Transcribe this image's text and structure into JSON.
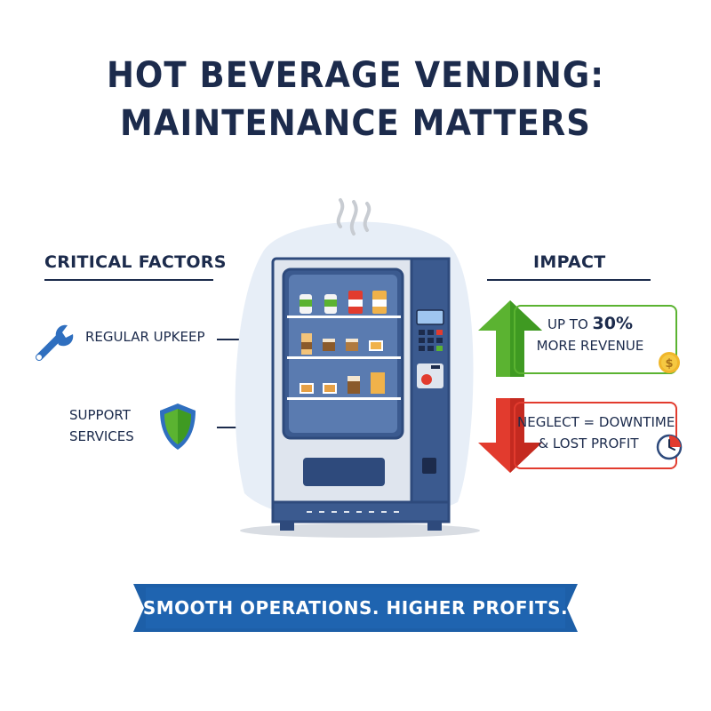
{
  "title": {
    "line1": "HOT BEVERAGE VENDING:",
    "line2": "MAINTENANCE MATTERS"
  },
  "critical_factors": {
    "heading": "CRITICAL FACTORS",
    "items": [
      {
        "label": "REGULAR UPKEEP",
        "icon": "wrench-icon"
      },
      {
        "label_line1": "SUPPORT",
        "label_line2": "SERVICES",
        "icon": "shield-icon"
      }
    ]
  },
  "impact": {
    "heading": "IMPACT",
    "positive": {
      "prefix": "UP TO ",
      "value": "30%",
      "line2": "MORE REVENUE",
      "icon": "coin-icon"
    },
    "negative": {
      "line1": "NEGLECT = DOWNTIME",
      "line2": "& LOST PROFIT",
      "icon": "clock-icon"
    }
  },
  "banner": {
    "text": "SMOOTH OPERATIONS. HIGHER PROFITS."
  },
  "colors": {
    "navy": "#1c2b4c",
    "machine_blue": "#3b5a8f",
    "green": "#5bb331",
    "red": "#e23b2e",
    "banner_blue": "#1d5fa8"
  }
}
